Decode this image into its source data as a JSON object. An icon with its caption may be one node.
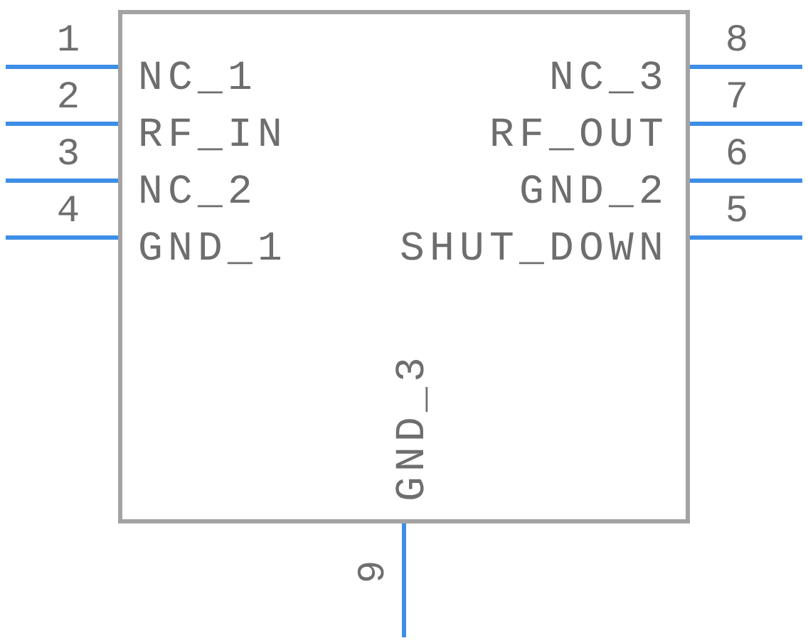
{
  "diagram": {
    "nodes": [
      {
        "text": [
          "NC_1",
          "RF_IN",
          "NC_2",
          "GND_1",
          "NC_3",
          "RF_OUT",
          "GND_2",
          "SHUT_DOWN",
          "GND_3"
        ]
      }
    ],
    "labels": [
      "1",
      "2",
      "3",
      "4",
      "8",
      "7",
      "6",
      "5",
      "9"
    ]
  }
}
